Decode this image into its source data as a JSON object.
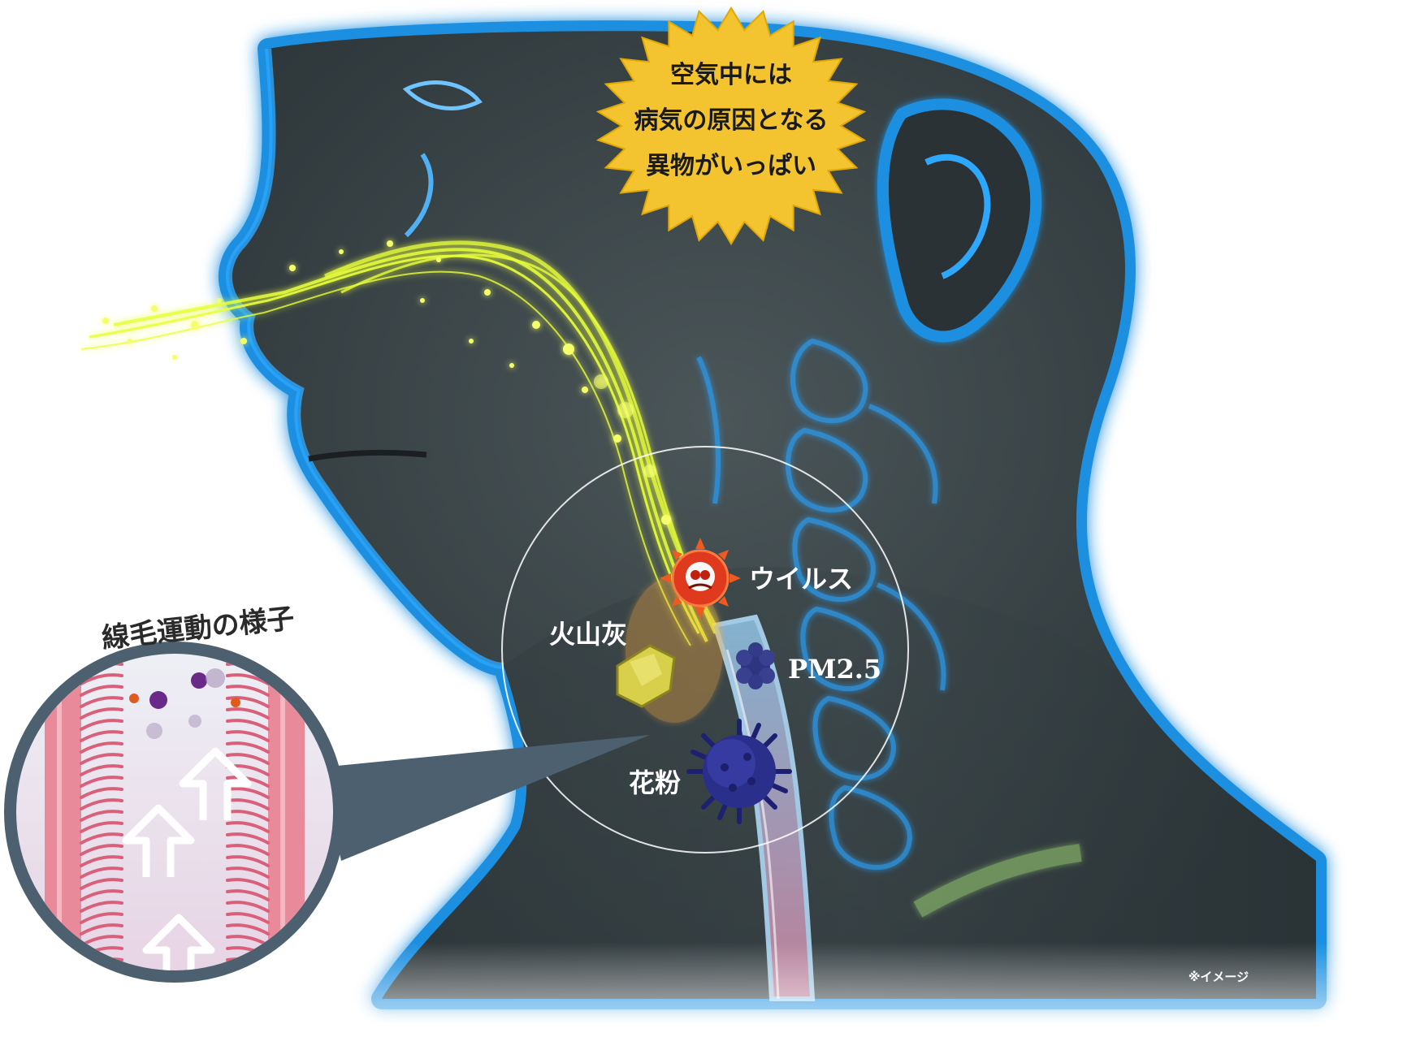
{
  "starburst": {
    "line1": "空気中には",
    "line2": "病気の原因となる",
    "line3": "異物がいっぱい",
    "fill": "#f4c430"
  },
  "particles": {
    "virus": "ウイルス",
    "volcanic_ash": "火山灰",
    "pm25": "PM2.5",
    "pollen": "花粉"
  },
  "inset": {
    "title": "線毛運動の様子"
  },
  "note": "※イメージ",
  "colors": {
    "body_blue": "#1e8fe0",
    "skin_dark": "#3a4548",
    "airflow": "#e8ff3a",
    "cilia_pink": "#e88a9a",
    "inset_frame": "#4d6070",
    "pollen": "#2b2f8c",
    "virus": "#e03a1e"
  }
}
